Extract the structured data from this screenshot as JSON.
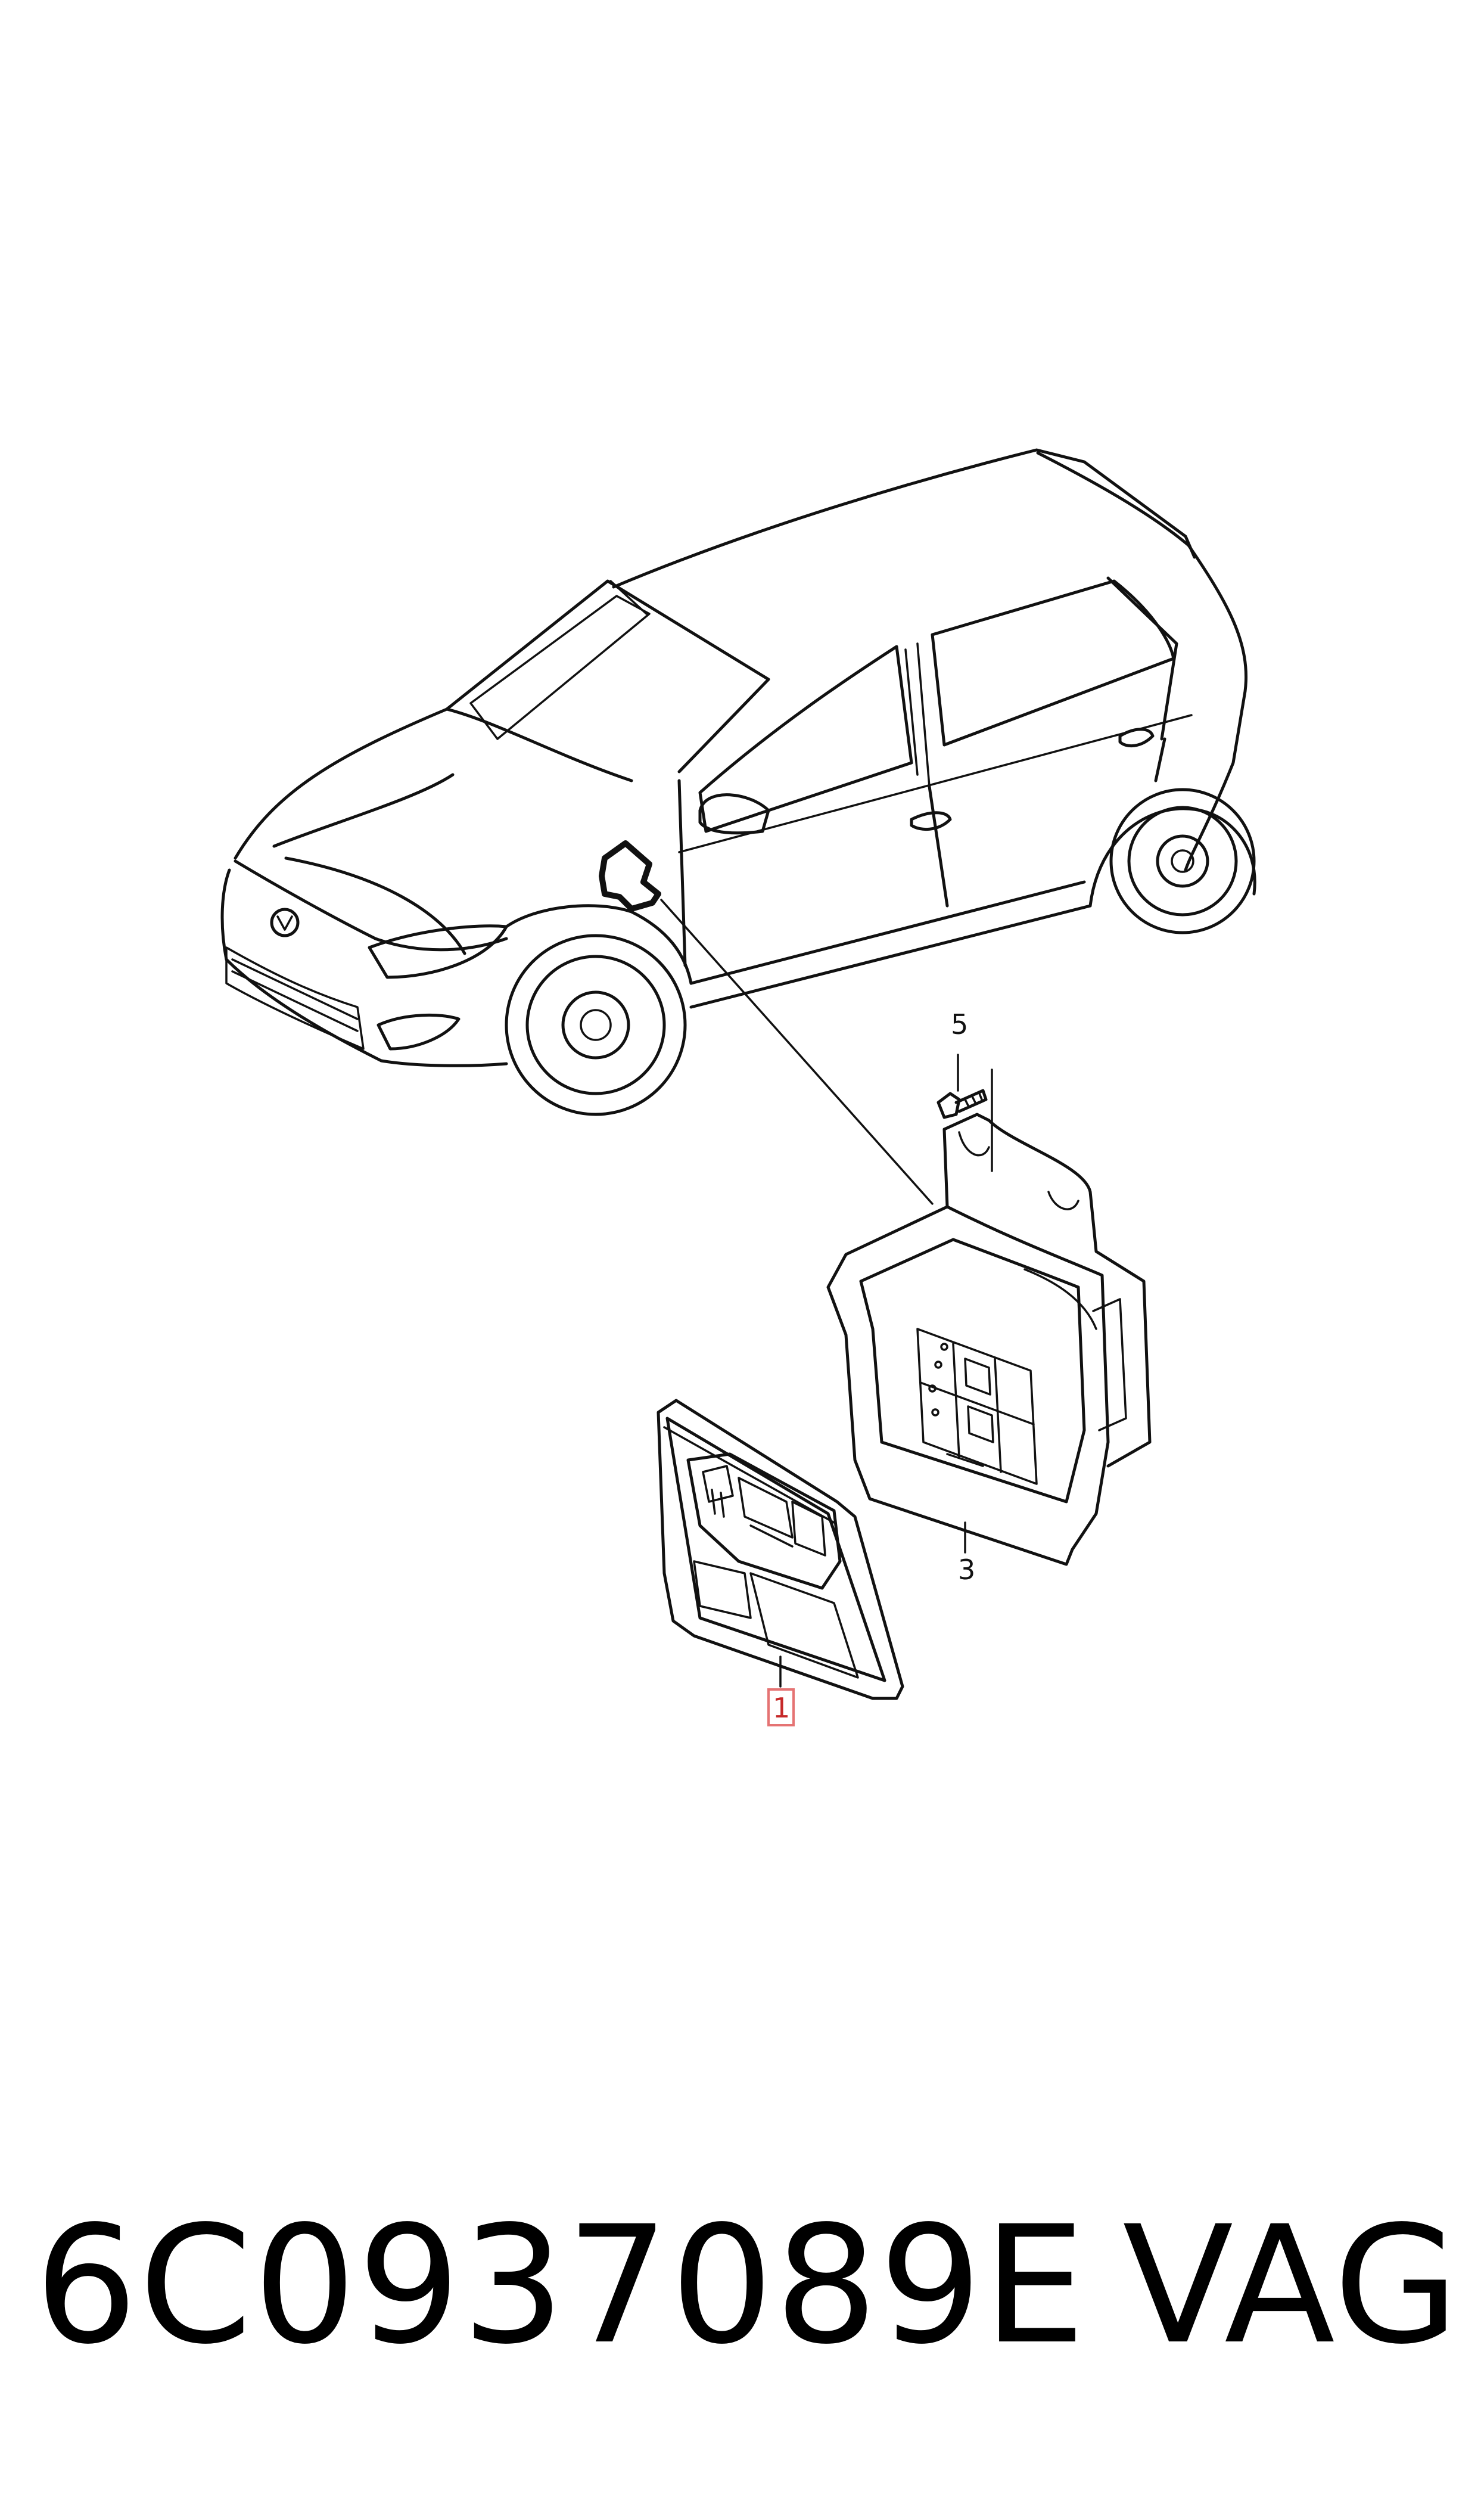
{
  "callouts": [
    {
      "id": "1",
      "label": "1",
      "highlighted": true
    },
    {
      "id": "3",
      "label": "3",
      "highlighted": false
    },
    {
      "id": "5",
      "label": "5",
      "highlighted": false
    }
  ],
  "caption": {
    "part_number": "6C0937089E",
    "brand": "VAG"
  },
  "colors": {
    "line": "#111111",
    "highlight_box": "#e57373",
    "highlight_text": "#c62828",
    "background": "#ffffff"
  }
}
